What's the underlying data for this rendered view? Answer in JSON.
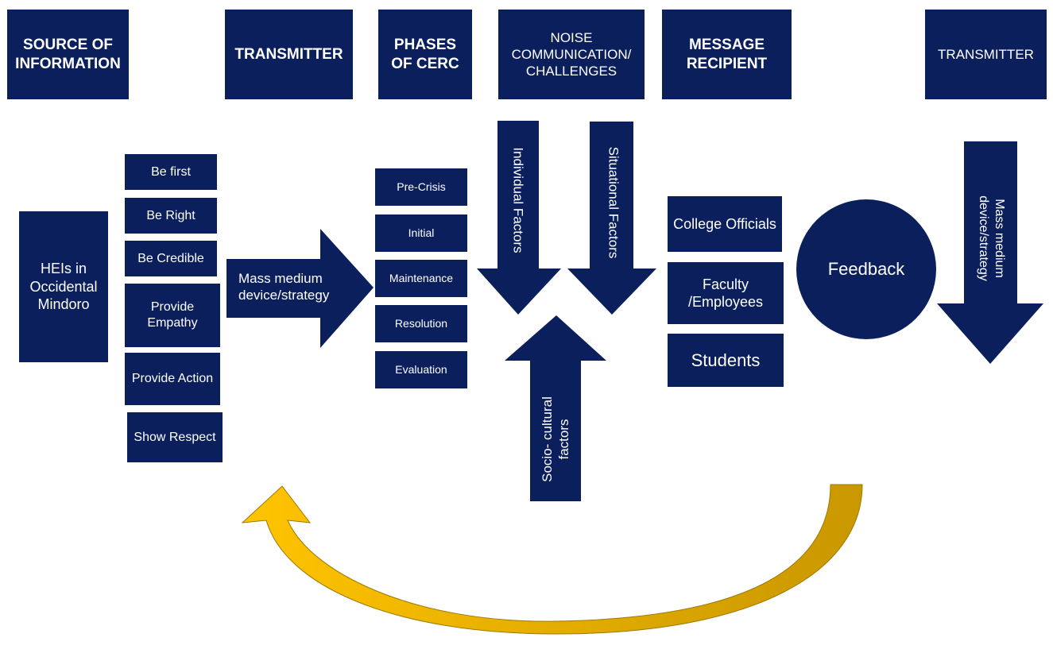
{
  "headers": {
    "source": "SOURCE OF INFORMATION",
    "transmitter_left": "TRANSMITTER",
    "phases": "PHASES OF CERC",
    "noise": "NOISE COMMUNICATION/ CHALLENGES",
    "recipient": "MESSAGE RECIPIENT",
    "transmitter_right": "TRANSMITTER"
  },
  "source_box": "HEIs in Occidental Mindoro",
  "principles": [
    "Be first",
    "Be Right",
    "Be Credible",
    "Provide Empathy",
    "Provide Action",
    "Show Respect"
  ],
  "transmitter_arrow": "Mass medium device/strategy",
  "phases": [
    "Pre-Crisis",
    "Initial",
    "Maintenance",
    "Resolution",
    "Evaluation"
  ],
  "noise_factors": {
    "individual": "Individual Factors",
    "situational": "Situational Factors",
    "sociocultural": "Socio- cultural factors"
  },
  "recipients": [
    "College Officials",
    "Faculty /Employees",
    "Students"
  ],
  "feedback": "Feedback",
  "right_arrow": "Mass medium device/strategy",
  "colors": {
    "navy": "#0b1f5c",
    "feedback_arrow": "#e6b400"
  }
}
